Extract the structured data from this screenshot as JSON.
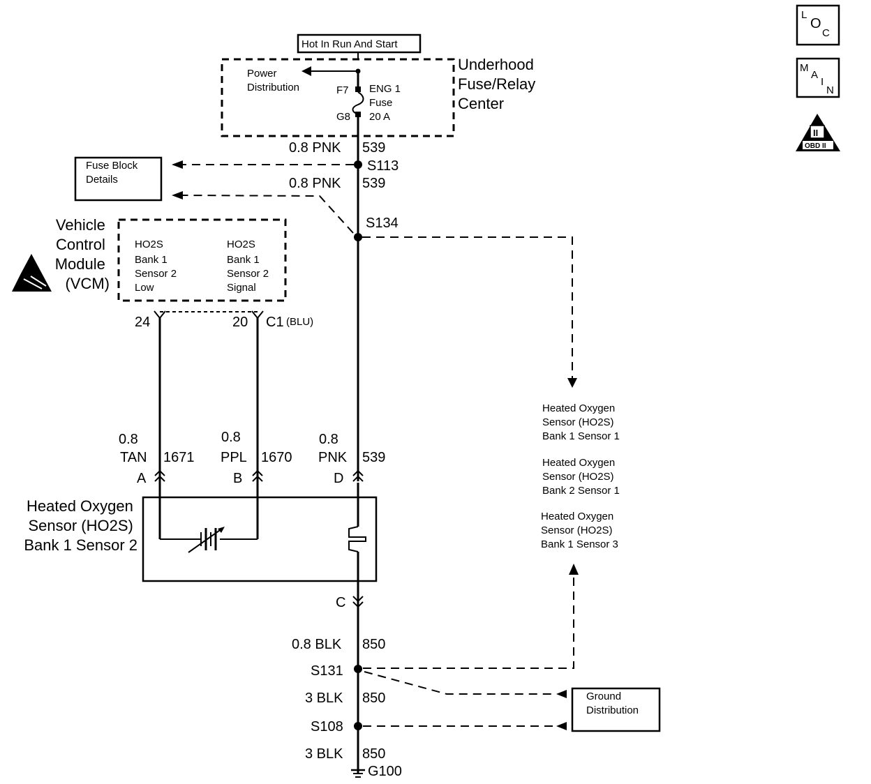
{
  "power": {
    "hot_label": "Hot In Run And Start",
    "power_distribution": [
      "Power",
      "Distribution"
    ],
    "f7": "F7",
    "g8": "G8",
    "fuse_name": [
      "ENG 1",
      "Fuse",
      "20 A"
    ],
    "center_title": [
      "Underhood",
      "Fuse/Relay",
      "Center"
    ]
  },
  "splices": {
    "s113": "S113",
    "s134": "S134",
    "s131": "S131",
    "s108": "S108"
  },
  "wires": {
    "pnk_top1": "0.8 PNK",
    "pnk_top1_num": "539",
    "pnk_top2": "0.8 PNK",
    "pnk_top2_num": "539",
    "blk1": "0.8 BLK",
    "blk1_num": "850",
    "blk2": "3 BLK",
    "blk2_num": "850",
    "blk3": "3 BLK",
    "blk3_num": "850"
  },
  "fuse_block": [
    "Fuse Block",
    "Details"
  ],
  "vcm": {
    "title": [
      "Vehicle",
      "Control",
      "Module",
      "(VCM)"
    ],
    "left_circuit": [
      "HO2S",
      "Bank 1",
      "Sensor 2",
      "Low"
    ],
    "right_circuit": [
      "HO2S",
      "Bank 1",
      "Sensor 2",
      "Signal"
    ],
    "pin_left": "24",
    "pin_right": "20",
    "connector": "C1",
    "connector_color": "(BLU)"
  },
  "sensor_wires": {
    "a_gauge": "0.8",
    "a_color": "TAN",
    "a_num": "1671",
    "a_pin": "A",
    "b_gauge": "0.8",
    "b_color": "PPL",
    "b_num": "1670",
    "b_pin": "B",
    "d_gauge": "0.8",
    "d_color": "PNK",
    "d_num": "539",
    "d_pin": "D",
    "c_pin": "C"
  },
  "sensor": {
    "title": [
      "Heated Oxygen",
      "Sensor (HO2S)",
      "Bank 1 Sensor 2"
    ]
  },
  "other_sensors": [
    [
      "Heated Oxygen",
      "Sensor (HO2S)",
      "Bank 1 Sensor 1"
    ],
    [
      "Heated Oxygen",
      "Sensor (HO2S)",
      "Bank 2 Sensor 1"
    ],
    [
      "Heated Oxygen",
      "Sensor (HO2S)",
      "Bank 1 Sensor 3"
    ]
  ],
  "ground_distribution": [
    "Ground",
    "Distribution"
  ],
  "ground": "G100",
  "icons": {
    "loc": [
      "L",
      "O",
      "C"
    ],
    "main": [
      "M",
      "A",
      "I",
      "N"
    ],
    "obd": [
      "II",
      "OBD II"
    ]
  }
}
